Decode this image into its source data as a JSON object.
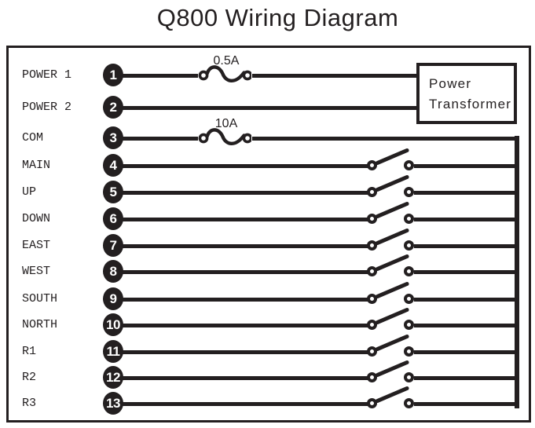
{
  "title": "Q800 Wiring Diagram",
  "colors": {
    "ink": "#231f20",
    "background": "#ffffff"
  },
  "transformer": {
    "line1": "Power",
    "line2": "Transformer"
  },
  "diagram": {
    "terminals": [
      {
        "number": "1",
        "label": "POWER 1",
        "fuse": "0.5A",
        "connects_to": "transformer",
        "switch": false
      },
      {
        "number": "2",
        "label": "POWER 2",
        "fuse": "",
        "connects_to": "transformer",
        "switch": false
      },
      {
        "number": "3",
        "label": "COM",
        "fuse": "10A",
        "connects_to": "bus",
        "switch": false
      },
      {
        "number": "4",
        "label": "MAIN",
        "fuse": "",
        "connects_to": "bus",
        "switch": true
      },
      {
        "number": "5",
        "label": "UP",
        "fuse": "",
        "connects_to": "bus",
        "switch": true
      },
      {
        "number": "6",
        "label": "DOWN",
        "fuse": "",
        "connects_to": "bus",
        "switch": true
      },
      {
        "number": "7",
        "label": "EAST",
        "fuse": "",
        "connects_to": "bus",
        "switch": true
      },
      {
        "number": "8",
        "label": "WEST",
        "fuse": "",
        "connects_to": "bus",
        "switch": true
      },
      {
        "number": "9",
        "label": "SOUTH",
        "fuse": "",
        "connects_to": "bus",
        "switch": true
      },
      {
        "number": "10",
        "label": "NORTH",
        "fuse": "",
        "connects_to": "bus",
        "switch": true
      },
      {
        "number": "11",
        "label": "R1",
        "fuse": "",
        "connects_to": "bus",
        "switch": true
      },
      {
        "number": "12",
        "label": "R2",
        "fuse": "",
        "connects_to": "bus",
        "switch": true
      },
      {
        "number": "13",
        "label": "R3",
        "fuse": "",
        "connects_to": "bus",
        "switch": true
      }
    ]
  }
}
